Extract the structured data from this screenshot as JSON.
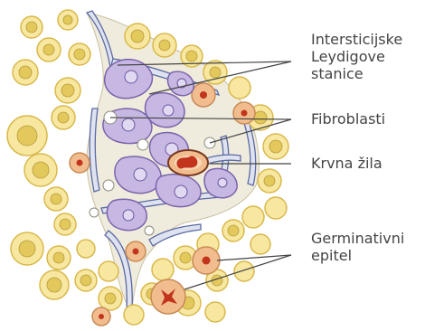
{
  "labels": {
    "leydig": [
      "Intersticijske",
      "Leydigove",
      "stanice"
    ],
    "fibroblasts": "Fibroblasti",
    "vessel": "Krvna žila",
    "germinal": [
      "Germinativni",
      "epitel"
    ]
  },
  "colors": {
    "yellow_cell": "#f7e7a0",
    "yellow_cell_edge": "#d9b94c",
    "nucleus_yellow": "#e3c85c",
    "purple_cell": "#c7b7e3",
    "purple_edge": "#7a64aa",
    "orange_cell": "#f1bd8e",
    "orange_edge": "#c98a55",
    "red_nucleus": "#c2341c",
    "fibro_fill": "#dfe2ef",
    "fibro_edge": "#5a6aa4",
    "stroma": "#f0ecdd",
    "leader": "#444444",
    "text": "#444444"
  }
}
